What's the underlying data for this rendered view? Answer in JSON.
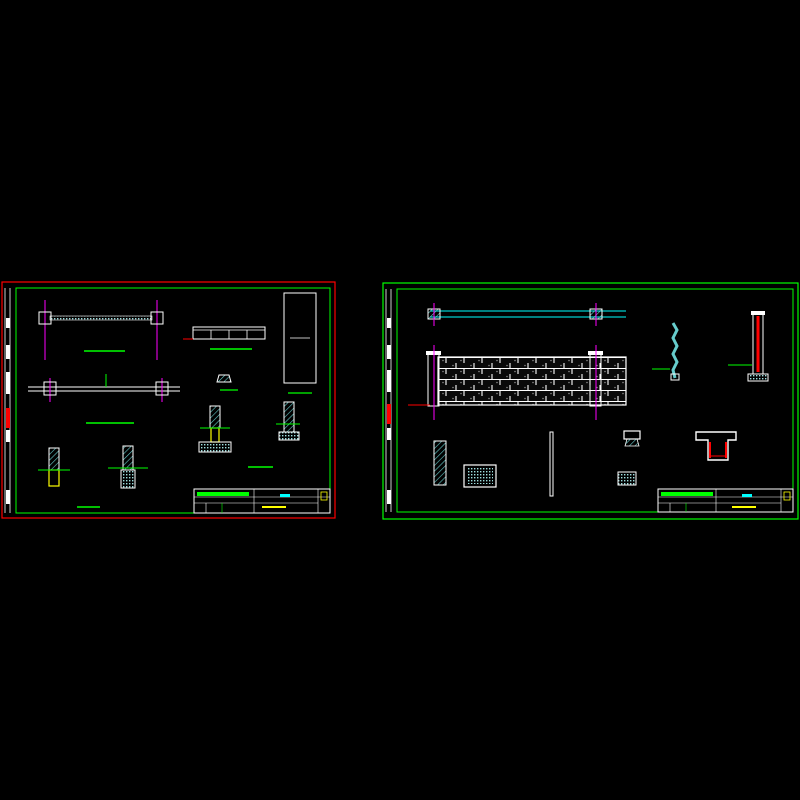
{
  "canvas": {
    "background": "#000000"
  },
  "colors": {
    "sheet1_frame": "#ff0000",
    "sheet2_frame": "#00ff00",
    "inner_frame": "#00ff00",
    "grid_line": "#ff00ff",
    "wall_line": "#00ffff",
    "label_line": "#00ff00",
    "detail": "#ffffff",
    "hatch": "#66cccc",
    "accent_red": "#ff0000",
    "accent_yellow": "#ffff00"
  },
  "sheets": [
    {
      "id": "sheet-1",
      "frame_color": "sheet1_frame"
    },
    {
      "id": "sheet-2",
      "frame_color": "sheet2_frame"
    }
  ]
}
